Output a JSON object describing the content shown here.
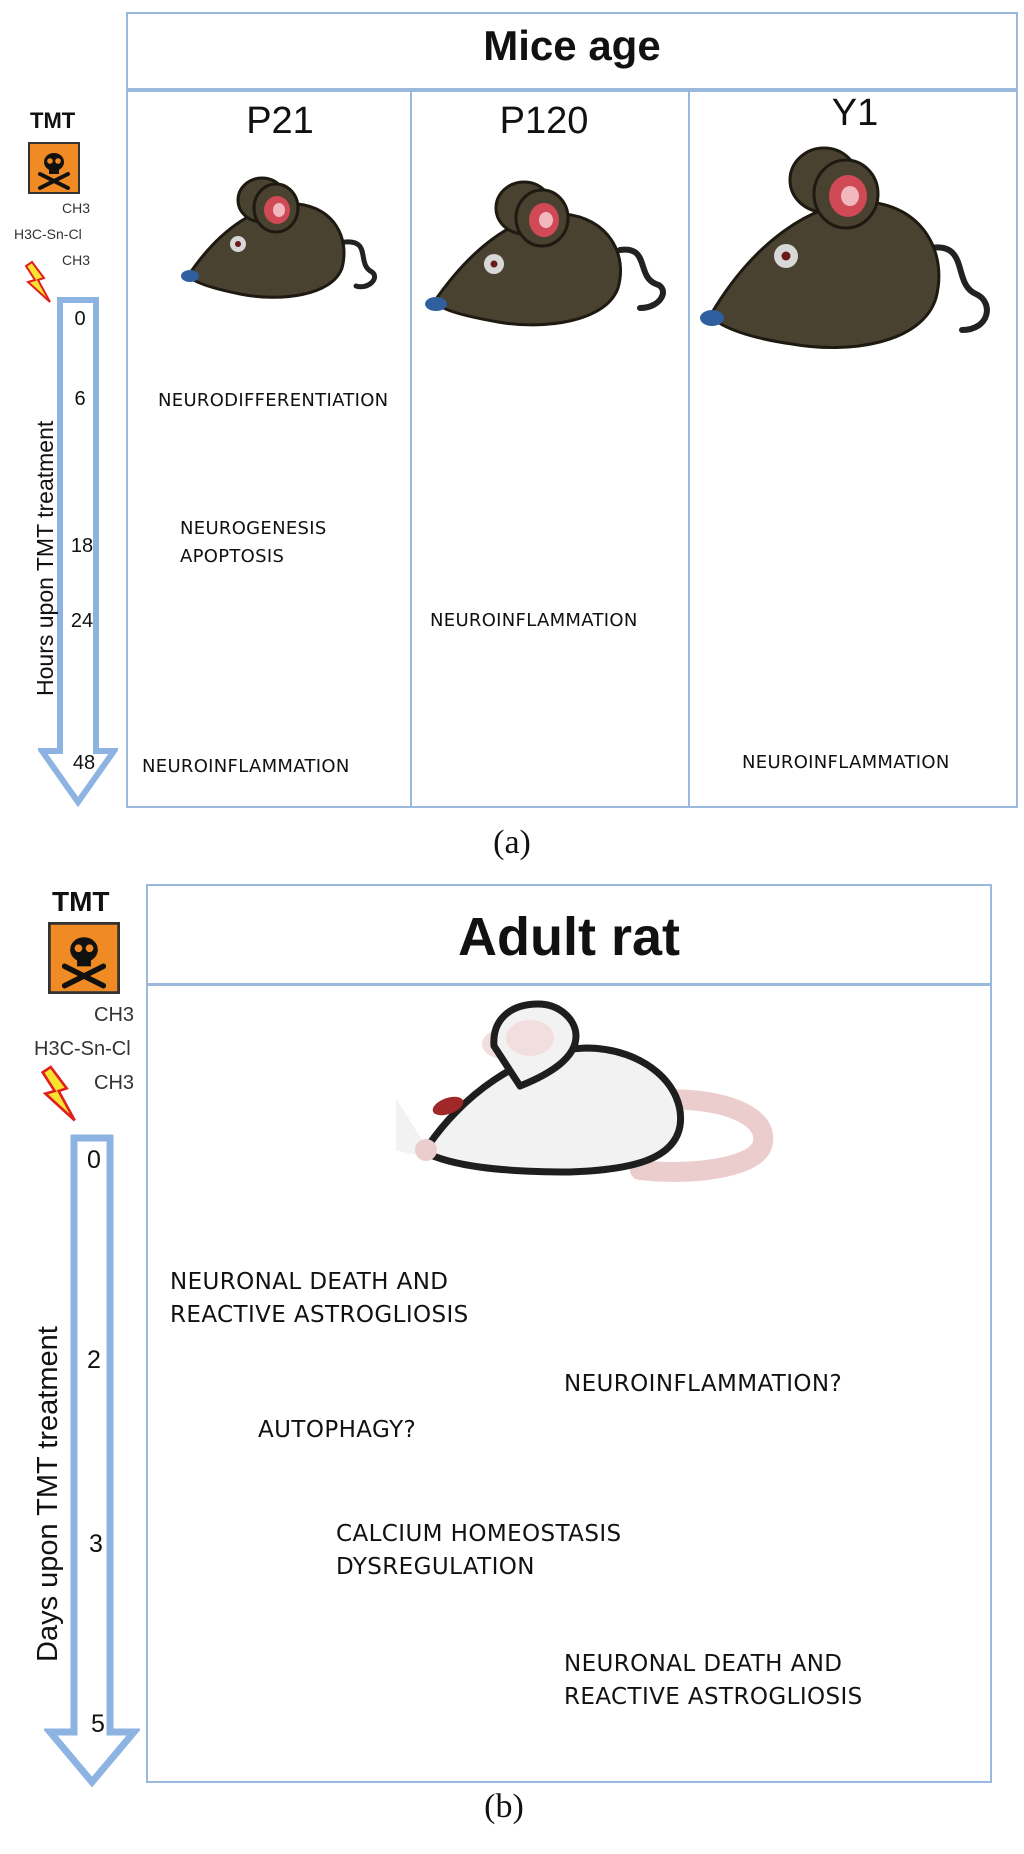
{
  "panel_a": {
    "header": "Mice age",
    "tmt_label": "TMT",
    "formula": {
      "top": "CH3",
      "middle": "H3C-Sn-Cl",
      "bottom": "CH3"
    },
    "axis_label": "Hours upon TMT treatment",
    "ticks": [
      "0",
      "6",
      "18",
      "24",
      "48"
    ],
    "columns": [
      {
        "title": "P21"
      },
      {
        "title": "P120"
      },
      {
        "title": "Y1"
      }
    ],
    "events": {
      "p21_6": "NEURODIFFERENTIATION",
      "p21_18a": "NEUROGENESIS",
      "p21_18b": "APOPTOSIS",
      "p21_48": "NEUROINFLAMMATION",
      "p120_24": "NEUROINFLAMMATION",
      "y1_48": "NEUROINFLAMMATION"
    },
    "caption": "(a)"
  },
  "panel_b": {
    "header": "Adult rat",
    "tmt_label": "TMT",
    "formula": {
      "top": "CH3",
      "middle": "H3C-Sn-Cl",
      "bottom": "CH3"
    },
    "axis_label": "Days upon TMT treatment",
    "ticks": [
      "0",
      "2",
      "3",
      "5"
    ],
    "events": {
      "e1a": "NEURONAL DEATH AND",
      "e1b": "REACTIVE ASTROGLIOSIS",
      "e2": "NEUROINFLAMMATION?",
      "e3": "AUTOPHAGY?",
      "e4a": "CALCIUM HOMEOSTASIS",
      "e4b": "DYSREGULATION",
      "e5a": "NEURONAL DEATH AND",
      "e5b": "REACTIVE ASTROGLIOSIS"
    },
    "caption": "(b)"
  },
  "colors": {
    "border": "#9bb8dd",
    "arrow": "#8db3e2",
    "mouse_body": "#4a4230",
    "mouse_ear_inner": "#d04a55",
    "mouse_nose": "#2f5f9e",
    "rat_body": "#f2f2f2",
    "rat_pink": "#eccdcd",
    "rat_eye": "#a02828",
    "hazard": "#f08a24"
  }
}
